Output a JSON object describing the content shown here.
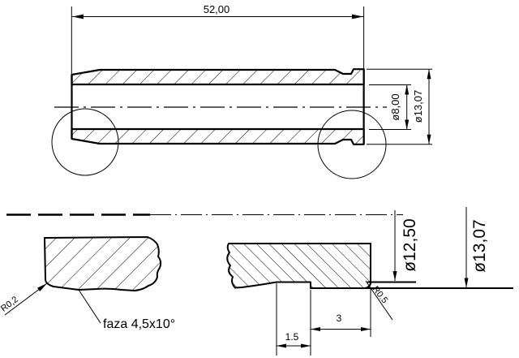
{
  "drawing": {
    "top_view": {
      "length": "52,00",
      "bore_dia": "ø8,00",
      "outer_dia": "ø13,07"
    },
    "detail_left": {
      "corner_radius": "R0,2",
      "chamfer_note": "faza 4,5x10°"
    },
    "detail_right": {
      "groove_dia": "ø12,50",
      "outer_dia": "ø13,07",
      "groove_radius": "R0.5",
      "groove_length": "3",
      "ramp_length": "1.5"
    },
    "colors": {
      "line": "#000000",
      "background": "#ffffff"
    }
  }
}
